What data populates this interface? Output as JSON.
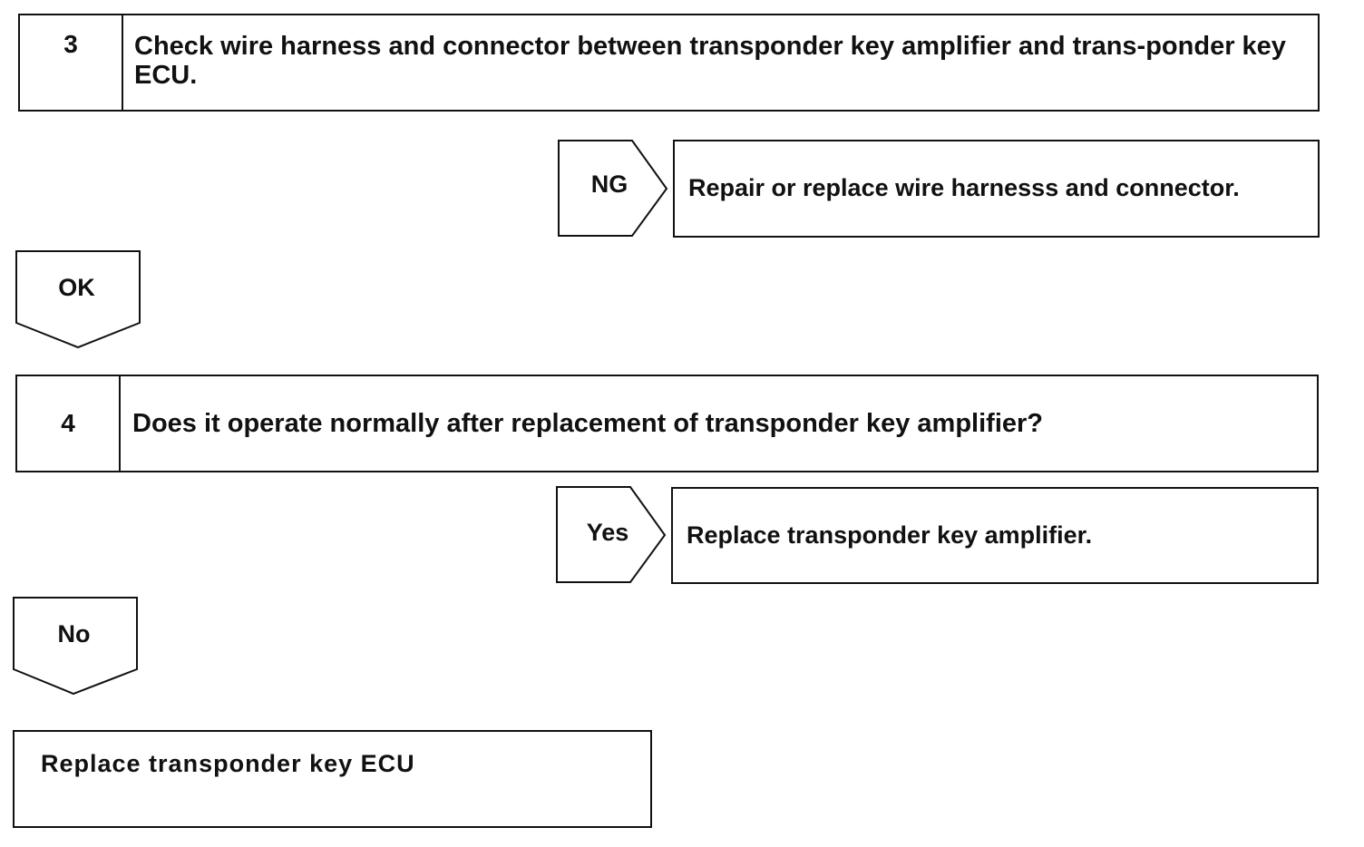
{
  "step3": {
    "number": "3",
    "text": "Check wire harness and connector between transponder key amplifier and trans-ponder key ECU."
  },
  "step3_ng": {
    "badge": "NG",
    "result": "Repair or replace wire harnesss and connector."
  },
  "step3_ok": {
    "badge": "OK"
  },
  "step4": {
    "number": "4",
    "text": "Does it operate normally after replacement of transponder key amplifier?"
  },
  "step4_yes": {
    "badge": "Yes",
    "result": "Replace transponder key amplifier."
  },
  "step4_no": {
    "badge": "No"
  },
  "final": {
    "result": "Replace transponder key ECU"
  }
}
